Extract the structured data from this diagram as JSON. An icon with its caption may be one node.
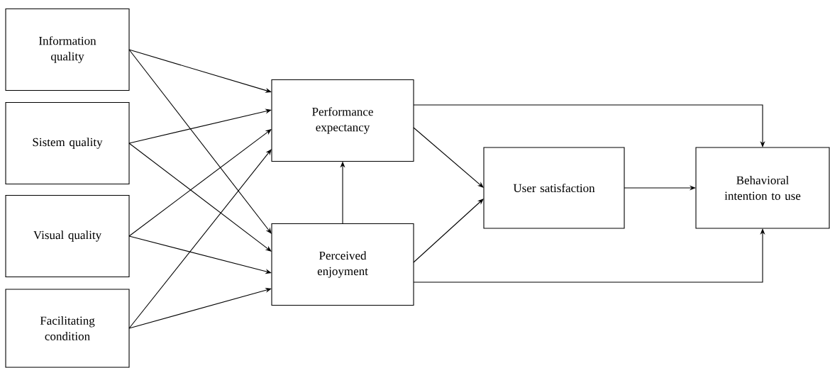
{
  "diagram": {
    "nodes": [
      {
        "text": [
          "Information quality"
        ]
      },
      {
        "text": [
          "Sistem quality"
        ]
      },
      {
        "text": [
          "Visual quality"
        ]
      },
      {
        "text": [
          "Facilitating condition"
        ]
      },
      {
        "text": [
          "Performance expectancy"
        ]
      },
      {
        "text": [
          "Perceived enjoyment"
        ]
      },
      {
        "text": [
          "User satisfaction"
        ]
      },
      {
        "text": [
          "Behavioral intention to use"
        ]
      }
    ],
    "edges": [
      {
        "from": 0,
        "to": 4,
        "arrow": "to"
      },
      {
        "from": 0,
        "to": 5,
        "arrow": "to"
      },
      {
        "from": 1,
        "to": 4,
        "arrow": "to"
      },
      {
        "from": 1,
        "to": 5,
        "arrow": "to"
      },
      {
        "from": 2,
        "to": 4,
        "arrow": "to"
      },
      {
        "from": 2,
        "to": 5,
        "arrow": "to"
      },
      {
        "from": 3,
        "to": 4,
        "arrow": "to"
      },
      {
        "from": 3,
        "to": 5,
        "arrow": "to"
      },
      {
        "from": 5,
        "to": 4,
        "arrow": "to"
      },
      {
        "from": 4,
        "to": 6,
        "arrow": "to"
      },
      {
        "from": 5,
        "to": 6,
        "arrow": "to"
      },
      {
        "from": 6,
        "to": 7,
        "arrow": "to"
      },
      {
        "from": 4,
        "to": 7,
        "arrow": "to"
      },
      {
        "from": 5,
        "to": 7,
        "arrow": "to"
      }
    ]
  }
}
